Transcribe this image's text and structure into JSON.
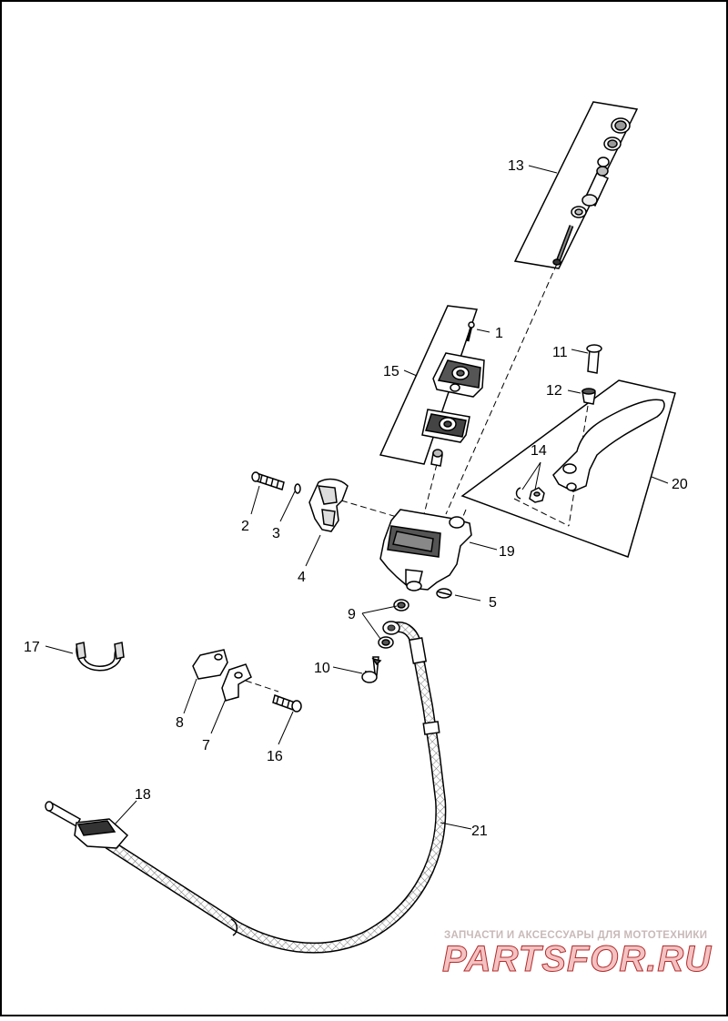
{
  "diagram": {
    "callouts": [
      {
        "id": "c1",
        "label": "1"
      },
      {
        "id": "c2",
        "label": "2"
      },
      {
        "id": "c3",
        "label": "3"
      },
      {
        "id": "c4",
        "label": "4"
      },
      {
        "id": "c5",
        "label": "5"
      },
      {
        "id": "c7",
        "label": "7"
      },
      {
        "id": "c8",
        "label": "8"
      },
      {
        "id": "c9",
        "label": "9"
      },
      {
        "id": "c10",
        "label": "10"
      },
      {
        "id": "c11",
        "label": "11"
      },
      {
        "id": "c12",
        "label": "12"
      },
      {
        "id": "c13",
        "label": "13"
      },
      {
        "id": "c14",
        "label": "14"
      },
      {
        "id": "c15",
        "label": "15"
      },
      {
        "id": "c16",
        "label": "16"
      },
      {
        "id": "c17",
        "label": "17"
      },
      {
        "id": "c18",
        "label": "18"
      },
      {
        "id": "c19",
        "label": "19"
      },
      {
        "id": "c20",
        "label": "20"
      },
      {
        "id": "c21",
        "label": "21"
      }
    ],
    "colors": {
      "line": "#000000",
      "part_fill": "#ffffff",
      "shade": "#bbbbbb",
      "dark": "#555555",
      "frame": "#000000"
    }
  },
  "watermark": {
    "tagline": "ЗАПЧАСТИ И АКСЕССУАРЫ ДЛЯ МОТОТЕХНИКИ",
    "brand": "PARTSFOR.RU",
    "colors": {
      "tagline": "#c9b9b9",
      "brand_fill": "#f3c2c2",
      "brand_stroke": "#b52a2a"
    }
  }
}
